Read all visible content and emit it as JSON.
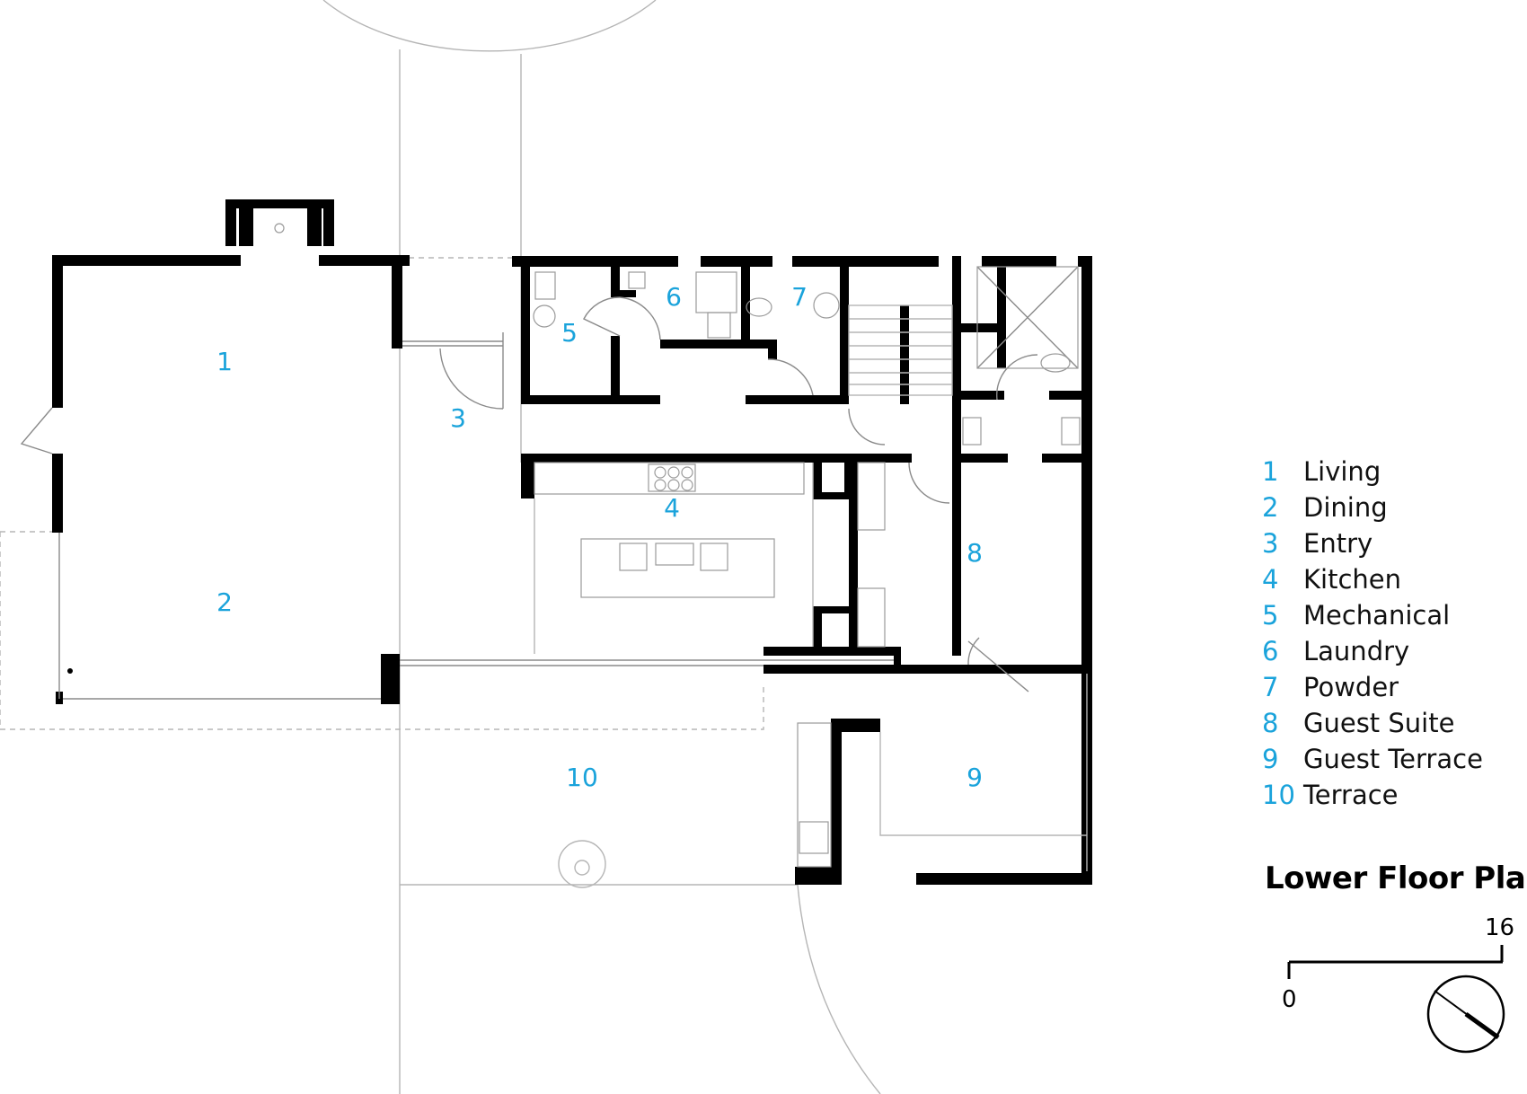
{
  "rooms": [
    {
      "num": "1",
      "label": "Living"
    },
    {
      "num": "2",
      "label": "Dining"
    },
    {
      "num": "3",
      "label": "Entry"
    },
    {
      "num": "4",
      "label": "Kitchen"
    },
    {
      "num": "5",
      "label": "Mechanical"
    },
    {
      "num": "6",
      "label": "Laundry"
    },
    {
      "num": "7",
      "label": "Powder"
    },
    {
      "num": "8",
      "label": "Guest Suite"
    },
    {
      "num": "9",
      "label": "Guest Terrace"
    },
    {
      "num": "10",
      "label": "Terrace"
    }
  ],
  "title": "Lower Floor Plan",
  "scale": {
    "min": "0",
    "max": "16"
  },
  "colors": {
    "accent": "#1aa3db",
    "wall": "#000000",
    "line": "#b5b5b5"
  },
  "icons": {
    "north_arrow": "north-arrow-icon"
  }
}
